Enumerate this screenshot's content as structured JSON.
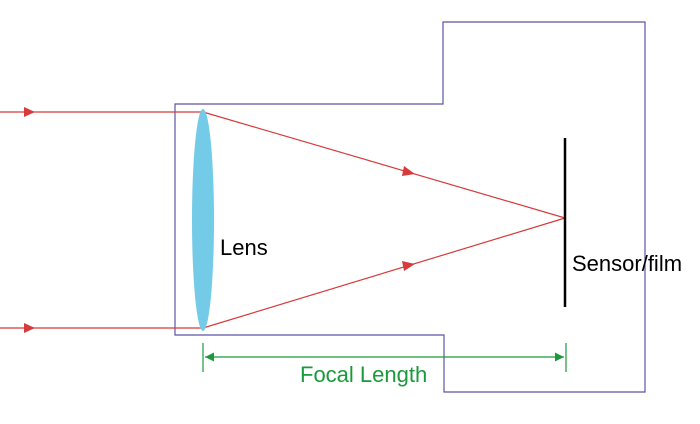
{
  "labels": {
    "lens": "Lens",
    "sensor": "Sensor/film",
    "focal_length": "Focal Length"
  },
  "colors": {
    "camera_body": "#5b55a8",
    "ray": "#d63a3a",
    "lens_fill": "#74cbe8",
    "sensor": "#000000",
    "focal": "#1a9a3c",
    "text": "#000000"
  }
}
